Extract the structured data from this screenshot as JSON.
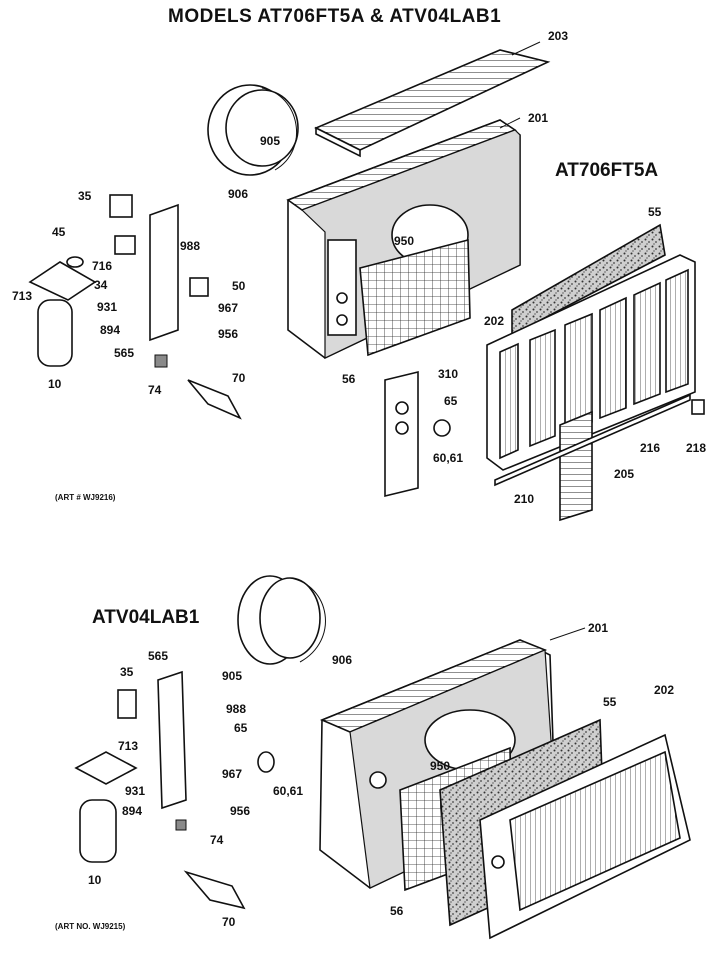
{
  "header": {
    "title": "MODELS AT706FT5A & ATV04LAB1",
    "model_a": "AT706FT5A",
    "model_b": "ATV04LAB1",
    "art_a": "(ART # WJ9216)",
    "art_b": "(ART NO. WJ9215)"
  },
  "top_labels": [
    "203",
    "201",
    "905",
    "906",
    "35",
    "45",
    "716",
    "713",
    "34",
    "931",
    "894",
    "565",
    "10",
    "74",
    "70",
    "988",
    "50",
    "967",
    "956",
    "950",
    "56",
    "310",
    "65",
    "60,61",
    "55",
    "202",
    "216",
    "218",
    "205",
    "210"
  ],
  "bottom_labels": [
    "905",
    "906",
    "201",
    "565",
    "35",
    "713",
    "931",
    "894",
    "10",
    "74",
    "70",
    "988",
    "65",
    "967",
    "956",
    "60,61",
    "950",
    "55",
    "202",
    "56"
  ]
}
